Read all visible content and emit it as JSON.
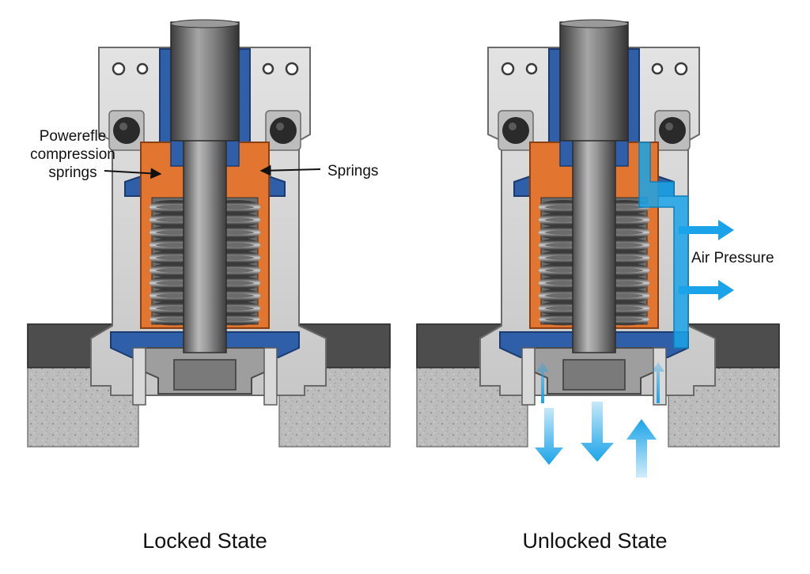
{
  "diagram": {
    "left": {
      "label_compression_line1": "Powerefle",
      "label_compression_line2": "compression",
      "label_compression_line3": "springs",
      "label_springs": "Springs",
      "caption": "Locked State"
    },
    "right": {
      "label_air": "Air Pressure",
      "caption": "Unlocked State"
    }
  },
  "colors": {
    "housing": "#d2d2d2",
    "housing_edge": "#6a6a6a",
    "piston_blue": "#2f5fa8",
    "orange": "#e2752f",
    "spring": "#7a7a7a",
    "rod": "#8a8a8a",
    "air_blue": "#1aa3e8",
    "base_dark": "#4a4a4a",
    "concrete": "#b9b9b9"
  }
}
